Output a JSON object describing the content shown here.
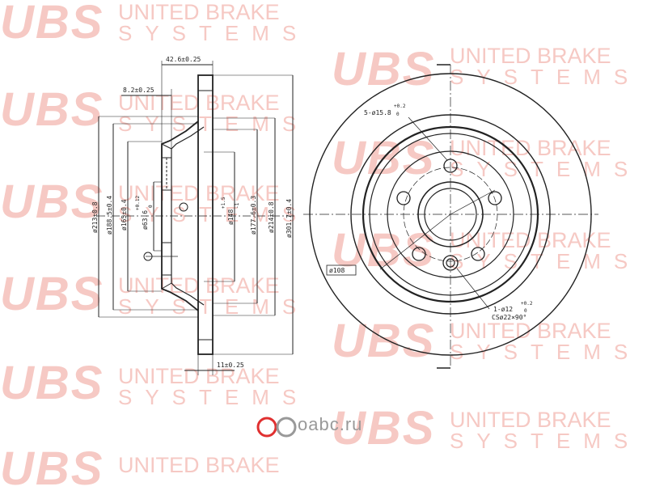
{
  "watermark": {
    "logo": "UBS",
    "line1": "UNITED BRAKE",
    "line2": "SYSTEMS"
  },
  "dimensions": {
    "thickness_total": "42.6±0.25",
    "hat_offset": "8.2±0.25",
    "pad_thickness": "11±0.25",
    "dia_213": "ø213±0.8",
    "dia_188": "ø188.5±0.4",
    "dia_165": "ø165±0.4",
    "dia_63": "ø63.6",
    "dia_63_tol": "+0.12",
    "dia_63_tol2": "0",
    "dia_148": "ø148",
    "dia_148_tol": "+1.5",
    "dia_148_tol2": "-1",
    "dia_177": "ø177.6±0.3",
    "dia_214": "ø214±0.8",
    "dia_301": "ø301.7±0.4",
    "pcd": "ø108",
    "stud_holes_prefix": "5-ø15.8",
    "stud_tol": "+0.2",
    "stud_tol2": "0",
    "screw_hole_prefix": "1-ø12",
    "screw_tol": "+0.2",
    "screw_tol2": "0",
    "countersink": "CSø22×90°"
  },
  "brand": {
    "text": "oabc.ru"
  },
  "colors": {
    "line": "#222222",
    "watermark": "#f6c9c4",
    "brand_red": "#e03030"
  }
}
